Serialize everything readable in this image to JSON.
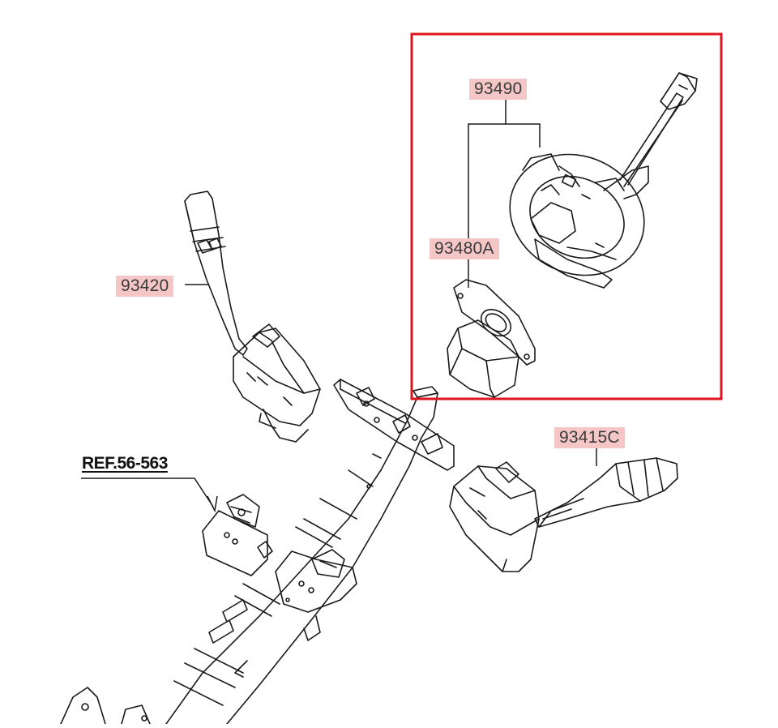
{
  "diagram": {
    "labels": {
      "clock_spring": "93490",
      "plate": "93480A",
      "wiper_switch": "93420",
      "light_switch": "93415C",
      "reference": "REF.56-563"
    },
    "highlight_color": "#e0141e",
    "label_bg_color": "#f4c6c6"
  }
}
